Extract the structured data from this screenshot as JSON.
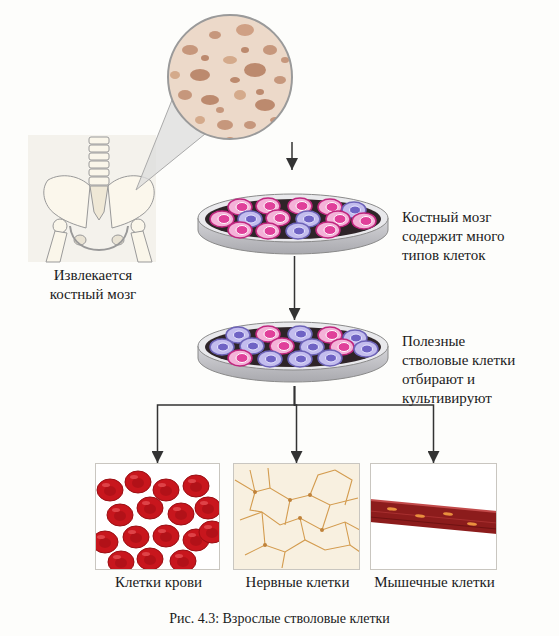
{
  "diagram": {
    "caption": "Рис. 4.3: Взрослые стволовые клетки",
    "nodes": [
      {
        "text": [
          "Костный мозг содержит много типов клеток"
        ]
      },
      {
        "text": [
          "Полезные стволовые клетки отбирают и культивируют"
        ]
      },
      {
        "text": [
          "Клетки крови"
        ]
      },
      {
        "text": [
          "Нервные клетки"
        ]
      },
      {
        "text": [
          "Мышечные клетки"
        ]
      }
    ],
    "edges": [
      {
        "from": 0,
        "to": 1,
        "arrow": "to"
      },
      {
        "from": 1,
        "to": 2,
        "arrow": "to"
      },
      {
        "from": 1,
        "to": 3,
        "arrow": "to"
      },
      {
        "from": 1,
        "to": 4,
        "arrow": "to"
      }
    ],
    "labels": [
      "Извлекается костный мозг"
    ]
  }
}
